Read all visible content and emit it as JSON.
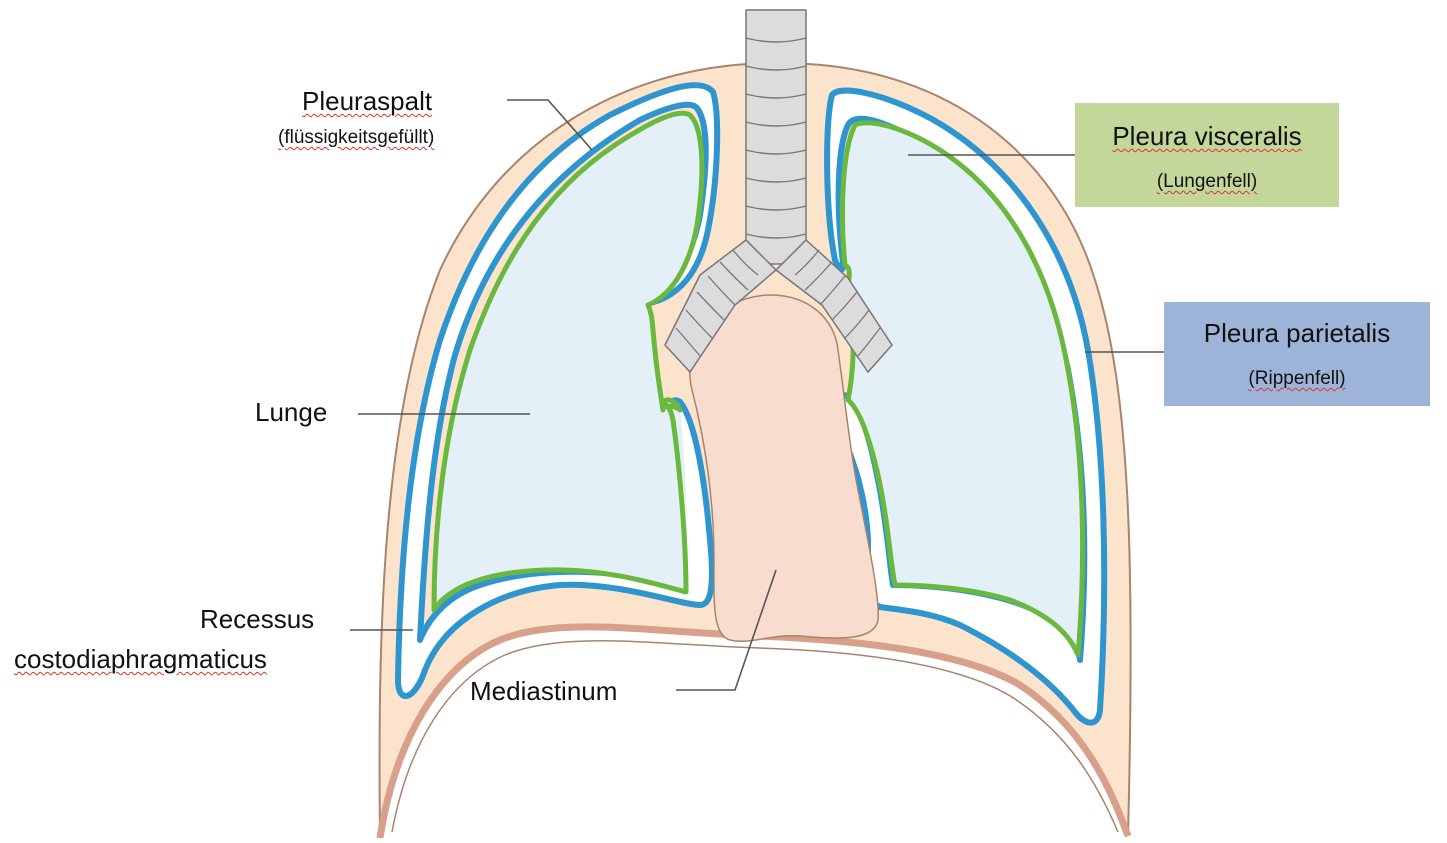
{
  "labels": {
    "pleuraspalt": "Pleuraspalt",
    "pleuraspalt_note": "(flüssigkeitsgefüllt)",
    "lunge": "Lunge",
    "recessus_line1": "Recessus",
    "recessus_line2": "costodiaphragmaticus",
    "mediastinum": "Mediastinum",
    "pleura_visceralis": "Pleura visceralis",
    "pleura_visceralis_note": "(Lungenfell)",
    "pleura_parietalis": "Pleura parietalis",
    "pleura_parietalis_note": "(Rippenfell)"
  },
  "colors": {
    "chest_wall": "#fbe3cc",
    "outline": "#a7846e",
    "lung": "#e3f0f8",
    "pleura_parietalis": "#2e95cf",
    "pleura_visceralis": "#6ab83e",
    "diaphragm": "#d8a08b",
    "mediastinum": "#f8dccd",
    "trachea": "#dcdcdc",
    "box_visceralis": "#c4d79b",
    "box_parietalis": "#9db4d8",
    "leader_line": "#555555"
  }
}
